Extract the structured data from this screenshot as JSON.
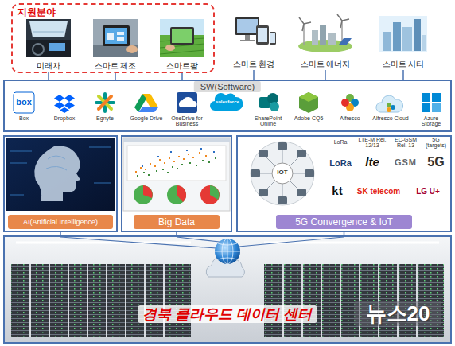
{
  "diagram": {
    "nodes": [
      {
        "text": [
          "지원분야"
        ]
      },
      {
        "text": [
          "미래차"
        ],
        "in": 0
      },
      {
        "text": [
          "스마트 제조"
        ],
        "in": 0
      },
      {
        "text": [
          "스마트팜"
        ],
        "in": 0
      },
      {
        "text": [
          "스마트 환경"
        ]
      },
      {
        "text": [
          "스마트 에너지"
        ]
      },
      {
        "text": [
          "스마트 시티"
        ]
      },
      {
        "text": [
          "SW(Software)"
        ]
      },
      {
        "text": [
          "AI(Artificial Intelligence)"
        ]
      },
      {
        "text": [
          "Big Data"
        ]
      },
      {
        "text": [
          "5G Convergence & IoT"
        ]
      },
      {
        "text": [
          "경북 클라우드 데이터 센터"
        ]
      }
    ],
    "edges": [
      {
        "from": 1,
        "to": 7,
        "arrow": "none"
      },
      {
        "from": 2,
        "to": 7,
        "arrow": "none"
      },
      {
        "from": 3,
        "to": 7,
        "arrow": "none"
      },
      {
        "from": 4,
        "to": 7,
        "arrow": "none"
      },
      {
        "from": 5,
        "to": 7,
        "arrow": "none"
      },
      {
        "from": 6,
        "to": 7,
        "arrow": "none"
      },
      {
        "from": 8,
        "to": 11,
        "arrow": "none"
      },
      {
        "from": 9,
        "to": 11,
        "arrow": "none"
      },
      {
        "from": 10,
        "to": 11,
        "arrow": "none"
      }
    ],
    "labels": [
      "box",
      "Box",
      "Dropbox",
      "Egnyte",
      "Google Drive",
      "OneDrive for Business",
      "salesforce",
      "SharePoint Online",
      "Adobe CQ5",
      "Alfresco",
      "Alfresco Cloud",
      "Azure Storage",
      "IOT",
      "LoRa",
      "LTE-M Rel. 12/13",
      "EC-GSM Rel. 13",
      "5G (targets)",
      "LoRa",
      "lte",
      "GSM",
      "5G",
      "kt",
      "SK telecom",
      "LG U+",
      "뉴스20"
    ]
  }
}
